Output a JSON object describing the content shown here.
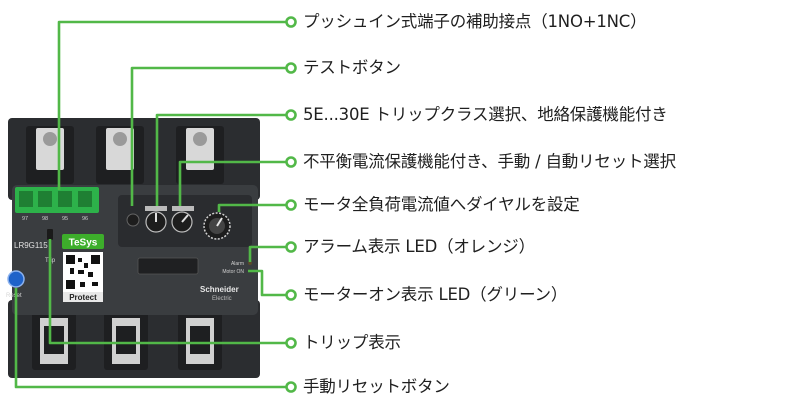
{
  "callouts": [
    {
      "label": "プッシュイン式端子の補助接点（1NO+1NC）"
    },
    {
      "label": "テストボタン"
    },
    {
      "label": "5E...30E トリップクラス選択、地絡保護機能付き"
    },
    {
      "label": "不平衡電流保護機能付き、手動 / 自動リセット選択"
    },
    {
      "label": "モータ全負荷電流値へダイヤルを設定"
    },
    {
      "label": "アラーム表示 LED（オレンジ）"
    },
    {
      "label": "モーターオン表示 LED（グリーン）"
    },
    {
      "label": "トリップ表示"
    },
    {
      "label": "手動リセットボタン"
    }
  ],
  "device": {
    "model": "LR9G115",
    "brand": "TeSys",
    "qr_caption": "Protect",
    "trip_label": "Trip",
    "reset_label": "Reset",
    "led_alarm_label": "Alarm",
    "led_motor_label": "Motor ON",
    "manufacturer": "Schneider",
    "manufacturer_sub": "Electric",
    "terminal_labels": [
      "97",
      "98",
      "95",
      "96"
    ]
  },
  "colors": {
    "callout_line": "#52b848",
    "device_body": "#3a3d40",
    "brand_green": "#3dae2b",
    "terminal_green": "#2db24a"
  }
}
